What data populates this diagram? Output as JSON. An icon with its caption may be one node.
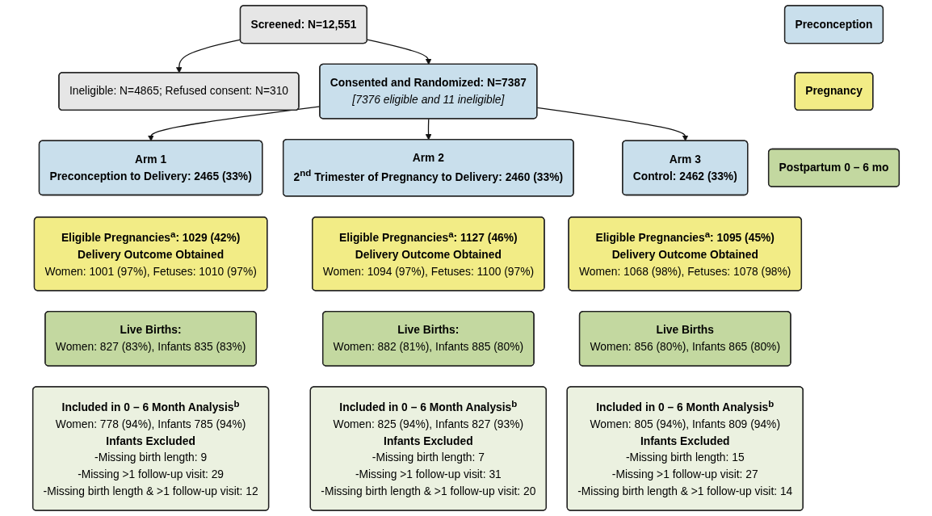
{
  "diagram": {
    "nodes": [
      {
        "text": [
          "Screened: N=12,551"
        ]
      },
      {
        "text": [
          "Ineligible: N=4865; Refused consent: N=310"
        ]
      },
      {
        "text": [
          "Consented and Randomized: N=7387",
          "[7376 eligible and 11 ineligible]"
        ]
      },
      {
        "text": [
          "Preconception"
        ]
      },
      {
        "text": [
          "Arm 1",
          "Preconception to Delivery: 2465 (33%)"
        ]
      },
      {
        "text": [
          "Arm 2",
          "2$^{nd}$ Trimester of Pregnancy to Delivery: 2460 (33%)"
        ]
      },
      {
        "text": [
          "Arm 3",
          "Control: 2462 (33%)"
        ]
      },
      {
        "text": [
          "Pregnancy"
        ]
      },
      {
        "text": [
          "Eligible Pregnancies$^{a}$: 1029 (42%)",
          "Delivery Outcome Obtained",
          "Women: 1001 (97%), Fetuses: 1010 (97%)"
        ]
      },
      {
        "text": [
          "Eligible Pregnancies$^{a}$: 1127 (46%)",
          "Delivery Outcome Obtained",
          "Women: 1094 (97%), Fetuses: 1100 (97%)"
        ]
      },
      {
        "text": [
          "Eligible Pregnancies$^{a}$: 1095 (45%)",
          "Delivery Outcome Obtained",
          "Women: 1068 (98%), Fetuses: 1078 (98%)"
        ]
      },
      {
        "text": [
          "Postpartum 0 – 6 mo"
        ]
      },
      {
        "text": [
          "Live Births:",
          "Women: 827 (83%), Infants 835 (83%)"
        ]
      },
      {
        "text": [
          "Live Births:",
          "Women: 882 (81%), Infants 885 (80%)"
        ]
      },
      {
        "text": [
          "Live Births",
          "Women: 856 (80%), Infants 865 (80%)"
        ]
      },
      {
        "text": [
          "Included in 0 – 6 Month Analysis$^{b}$",
          "Women: 778 (94%), Infants 785 (94%)",
          "Infants Excluded",
          "-Missing birth length: 9",
          "-Missing >1 follow-up visit: 29",
          "-Missing birth length & >1 follow-up visit: 12"
        ]
      },
      {
        "text": [
          "Included in 0 – 6 Month Analysis$^{b}$",
          "Women: 825 (94%), Infants 827 (93%)",
          "Infants Excluded",
          "-Missing birth length: 7",
          "-Missing >1 follow-up visit: 31",
          "-Missing birth length & >1 follow-up visit: 20"
        ]
      },
      {
        "text": [
          "Included in 0 – 6 Month Analysis$^{b}$",
          "Women: 805 (94%), Infants 809 (94%)",
          "Infants Excluded",
          "-Missing birth length: 15",
          "-Missing >1 follow-up visit: 27",
          "-Missing birth length & >1 follow-up visit: 14"
        ]
      }
    ],
    "edges": [
      {
        "from": 0,
        "to": 2,
        "arrow": "to"
      },
      {
        "from": 0,
        "to": 1,
        "arrow": "to"
      },
      {
        "from": 2,
        "to": 4,
        "arrow": "to"
      },
      {
        "from": 2,
        "to": 5,
        "arrow": "to"
      },
      {
        "from": 2,
        "to": 6,
        "arrow": "to"
      }
    ]
  }
}
